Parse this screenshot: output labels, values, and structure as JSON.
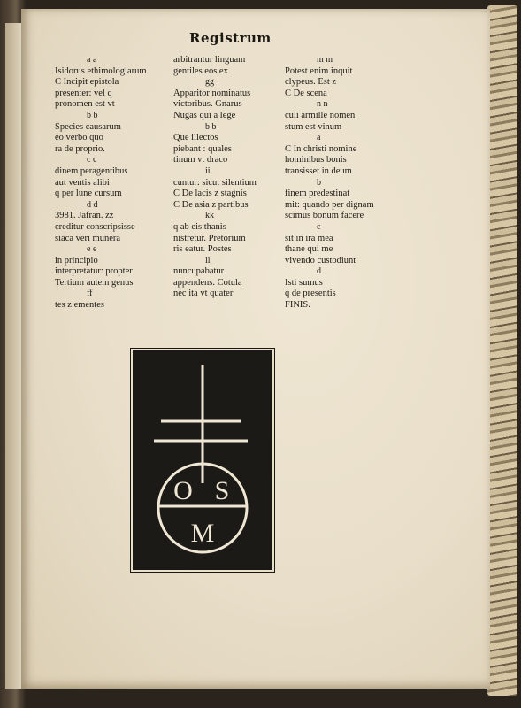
{
  "page": {
    "header": "Registrum",
    "columns": [
      [
        {
          "type": "sig",
          "text": "a a"
        },
        {
          "type": "line",
          "text": "Isidorus ethimologiarum"
        },
        {
          "type": "line",
          "text": "C Incipit epistola"
        },
        {
          "type": "line",
          "text": "presenter: vel q"
        },
        {
          "type": "line",
          "text": "pronomen est vt"
        },
        {
          "type": "sig",
          "text": "b b"
        },
        {
          "type": "line",
          "text": "Species causarum"
        },
        {
          "type": "line",
          "text": "eo verbo quo"
        },
        {
          "type": "line",
          "text": "ra de proprio."
        },
        {
          "type": "sig",
          "text": "c c"
        },
        {
          "type": "line",
          "text": "dinem peragentibus"
        },
        {
          "type": "line",
          "text": "aut ventis alibi"
        },
        {
          "type": "line",
          "text": "q per lune cursum"
        },
        {
          "type": "sig",
          "text": "d d"
        },
        {
          "type": "line",
          "text": "3981. Jafran. zz"
        },
        {
          "type": "line",
          "text": "creditur conscripsisse"
        },
        {
          "type": "line",
          "text": "siaca veri munera"
        },
        {
          "type": "sig",
          "text": "e e"
        },
        {
          "type": "line",
          "text": "in principio"
        },
        {
          "type": "line",
          "text": "interpretatur: propter"
        },
        {
          "type": "line",
          "text": "Tertium autem genus"
        },
        {
          "type": "sig",
          "text": "ff"
        },
        {
          "type": "line",
          "text": "tes z ementes"
        }
      ],
      [
        {
          "type": "line",
          "text": "arbitrantur linguam"
        },
        {
          "type": "line",
          "text": "gentiles eos ex"
        },
        {
          "type": "sig",
          "text": "gg"
        },
        {
          "type": "line",
          "text": "Apparitor nominatus"
        },
        {
          "type": "line",
          "text": "victoribus. Gnarus"
        },
        {
          "type": "line",
          "text": "Nugas qui a lege"
        },
        {
          "type": "sig",
          "text": "b b"
        },
        {
          "type": "line",
          "text": "Que illectos"
        },
        {
          "type": "line",
          "text": "piebant : quales"
        },
        {
          "type": "line",
          "text": "tinum vt draco"
        },
        {
          "type": "sig",
          "text": "ii"
        },
        {
          "type": "line",
          "text": "cuntur: sicut silentium"
        },
        {
          "type": "line",
          "text": "C De lacis z stagnis"
        },
        {
          "type": "line",
          "text": "C De asia z partibus"
        },
        {
          "type": "sig",
          "text": "kk"
        },
        {
          "type": "line",
          "text": "q ab eis thanis"
        },
        {
          "type": "line",
          "text": "nistretur. Pretorium"
        },
        {
          "type": "line",
          "text": "ris eatur. Postes"
        },
        {
          "type": "sig",
          "text": "ll"
        },
        {
          "type": "line",
          "text": "nuncupabatur"
        },
        {
          "type": "line",
          "text": "appendens. Cotula"
        },
        {
          "type": "line",
          "text": "nec ita vt quater"
        }
      ],
      [
        {
          "type": "sig",
          "text": "m m"
        },
        {
          "type": "line",
          "text": "Potest enim inquit"
        },
        {
          "type": "line",
          "text": "clypeus. Est z"
        },
        {
          "type": "line",
          "text": "C De scena"
        },
        {
          "type": "sig",
          "text": "n n"
        },
        {
          "type": "line",
          "text": "culi armille nomen"
        },
        {
          "type": "line",
          "text": "stum est vinum"
        },
        {
          "type": "sig",
          "text": "a"
        },
        {
          "type": "line",
          "text": "C In christi nomine"
        },
        {
          "type": "line",
          "text": "hominibus bonis"
        },
        {
          "type": "line",
          "text": "transisset in deum"
        },
        {
          "type": "sig",
          "text": "b"
        },
        {
          "type": "line",
          "text": "finem predestinat"
        },
        {
          "type": "line",
          "text": "mit: quando per dignam"
        },
        {
          "type": "line",
          "text": "scimus bonum facere"
        },
        {
          "type": "sig",
          "text": "c"
        },
        {
          "type": "line",
          "text": "sit in ira mea"
        },
        {
          "type": "line",
          "text": "thane qui me"
        },
        {
          "type": "line",
          "text": "vivendo custodiunt"
        },
        {
          "type": "sig",
          "text": "d"
        },
        {
          "type": "line",
          "text": "Isti sumus"
        },
        {
          "type": "line",
          "text": "q de presentis"
        },
        {
          "type": "line",
          "text": "FINIS."
        }
      ]
    ]
  },
  "printers_mark": {
    "letters": [
      "O",
      "S",
      "M"
    ]
  }
}
